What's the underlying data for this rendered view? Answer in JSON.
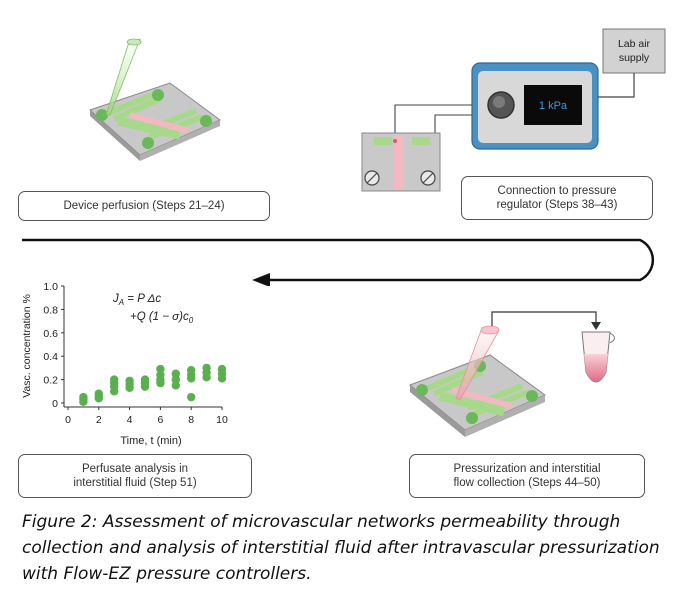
{
  "steps": {
    "perfusion": "Device perfusion (Steps 21–24)",
    "connection": "Connection to pressure\nregulator (Steps 38–43)",
    "analysis": "Perfusate analysis in\ninterstitial fluid (Step 51)",
    "pressurization": "Pressurization and interstitial\nflow collection (Steps 44–50)"
  },
  "lab_air_label_1": "Lab air",
  "lab_air_label_2": "supply",
  "regulator_display": "1 kPa",
  "equation_line1": "J",
  "equation_sub": "A",
  "equation_line1_rest": " = P Δc",
  "equation_line2": "+Q (1 − σ)c",
  "equation_line2_sub": "0",
  "caption": "Figure 2: Assessment of microvascular networks permeability through collection and analysis of interstitial fluid after intravascular pressurization with Flow-EZ pressure controllers.",
  "chart_data": {
    "type": "scatter",
    "xlabel": "Time, t (min)",
    "ylabel": "Vasc. concentration %",
    "xlim": [
      0,
      10
    ],
    "ylim": [
      0,
      1.0
    ],
    "xticks": [
      "0",
      "2",
      "4",
      "6",
      "8",
      "10"
    ],
    "yticks": [
      "0",
      "0.2",
      "0.4",
      "0.6",
      "0.8",
      "1.0"
    ],
    "color": "#5aaf4e",
    "points": [
      [
        1,
        0.01
      ],
      [
        1,
        0.03
      ],
      [
        1,
        0.05
      ],
      [
        2,
        0.04
      ],
      [
        2,
        0.06
      ],
      [
        2,
        0.08
      ],
      [
        3,
        0.1
      ],
      [
        3,
        0.14
      ],
      [
        3,
        0.17
      ],
      [
        3,
        0.2
      ],
      [
        4,
        0.13
      ],
      [
        4,
        0.16
      ],
      [
        4,
        0.19
      ],
      [
        5,
        0.14
      ],
      [
        5,
        0.17
      ],
      [
        5,
        0.2
      ],
      [
        6,
        0.17
      ],
      [
        6,
        0.2
      ],
      [
        6,
        0.24
      ],
      [
        6,
        0.29
      ],
      [
        7,
        0.15
      ],
      [
        7,
        0.2
      ],
      [
        7,
        0.25
      ],
      [
        8,
        0.05
      ],
      [
        8,
        0.21
      ],
      [
        8,
        0.24
      ],
      [
        8,
        0.28
      ],
      [
        9,
        0.22
      ],
      [
        9,
        0.26
      ],
      [
        9,
        0.3
      ],
      [
        10,
        0.21
      ],
      [
        10,
        0.25
      ],
      [
        10,
        0.29
      ]
    ]
  }
}
